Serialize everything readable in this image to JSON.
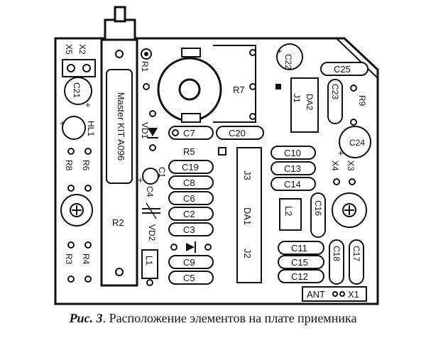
{
  "caption": {
    "fig": "Рис. 3",
    "text": ". Расположение элементов на плате приемника"
  },
  "pcb_text": "Master KIT A096",
  "labels": {
    "x2": "X2",
    "x5": "X5",
    "c21": "C21",
    "hl1": "HL1",
    "r8": "R8",
    "r6": "R6",
    "r3": "R3",
    "r4": "R4",
    "r2": "R2",
    "r1": "R1",
    "vd1": "VD1",
    "c1": "C1",
    "c4": "C4",
    "vd2": "VD2",
    "l1": "L1",
    "c7": "C7",
    "c20": "C20",
    "r5": "R5",
    "c19": "C19",
    "c8": "C8",
    "c6": "C6",
    "c2": "C2",
    "c3": "C3",
    "c9": "C9",
    "c5": "C5",
    "r7": "R7",
    "c22": "C22",
    "c25": "C25",
    "j1": "J1",
    "da2": "DA2",
    "c23": "C23",
    "r9": "R9",
    "c24": "C24",
    "c10": "C10",
    "c13": "C13",
    "c14": "C14",
    "x4": "X4",
    "x3": "X3",
    "j3": "J3",
    "da1": "DA1",
    "j2": "J2",
    "l2": "L2",
    "c16": "C16",
    "c11": "C11",
    "c15": "C15",
    "c12": "C12",
    "c18": "C18",
    "c17": "C17",
    "ant": "ANT",
    "x1": "X1"
  }
}
